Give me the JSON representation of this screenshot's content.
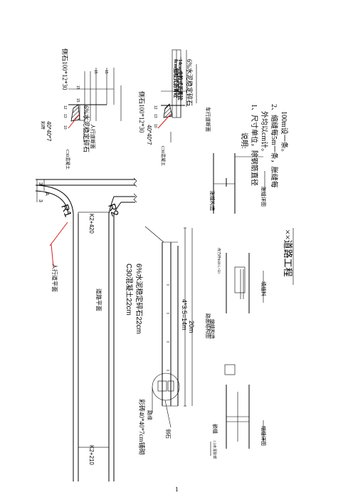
{
  "page": {
    "number": "1"
  },
  "plan": {
    "station_top": "K2+420",
    "station_bottom": "K2+210",
    "radius_left": "R1",
    "radius_right": "R2",
    "label_road": "道路平面",
    "label_outer": "人行道平面",
    "dim_a": "A",
    "dim_b": "3",
    "dim_c": "3"
  },
  "section_top": {
    "curb_label": "侧石100*12*30",
    "paver_label": "40*40*7",
    "paver_note": "彩砖",
    "base_label": "6%水泥稳定碎石",
    "bed_label": "C30混凝土",
    "dims": [
      "10",
      "13",
      "12",
      "15",
      "15",
      "15",
      "15"
    ],
    "caption": "人行道断面"
  },
  "section_mid": {
    "curb_label": "侧石100*12*30",
    "paver_label": "40*40*7",
    "layer1": "8cm细粒式沥青砼",
    "layer2": "14cm中粒式沥青砼",
    "base_label": "6%水泥稳定碎石",
    "bed_label": "C30混凝土",
    "dims": [
      "10",
      "13",
      "12"
    ],
    "caption": "车行道断面"
  },
  "long_section": {
    "concrete": "C30混凝土22cm",
    "base": "6%水泥稳定碎石22cm",
    "span_inner": "4*3.5=14m",
    "span_total": "20m",
    "paver_note": "彩砖40*40*7cm铺砌",
    "left_tag": "路缘",
    "bottom_tag": "侧石",
    "caption": "路面结构图"
  },
  "joints": {
    "expansion_caption": "胀缝构造",
    "contraction_caption": "缩缝构造",
    "dowel_label": "传力杆Φ28 L=50",
    "filler_label": "填缝料",
    "joint_caption_left": "缩缝详图",
    "joint_caption_mid": "胀缝详图",
    "seal_label": "嵌缝",
    "seal_spec": "1:3水泥砂浆"
  },
  "notes": {
    "heading": "说明:",
    "line1": "1、尺寸单位，除钢筋直径",
    "line1b": "外均以cm计。",
    "line2": "2、缩缝每5m一条，胀缝每",
    "line2b": "100m设一条。"
  },
  "title": {
    "text": "××道路工程"
  }
}
